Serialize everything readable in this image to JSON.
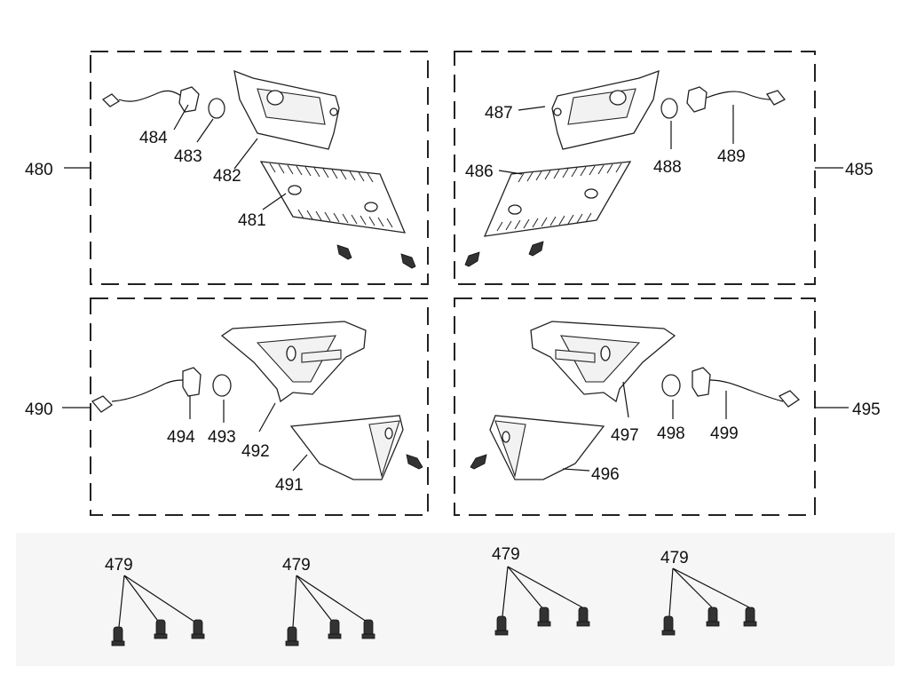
{
  "callouts": {
    "c480": "480",
    "c481": "481",
    "c482": "482",
    "c483": "483",
    "c484": "484",
    "c485": "485",
    "c486": "486",
    "c487": "487",
    "c488": "488",
    "c489": "489",
    "c490": "490",
    "c491": "491",
    "c492": "492",
    "c493": "493",
    "c494": "494",
    "c495": "495",
    "c496": "496",
    "c497": "497",
    "c498": "498",
    "c499": "499",
    "c479a": "479",
    "c479b": "479",
    "c479c": "479",
    "c479d": "479"
  }
}
